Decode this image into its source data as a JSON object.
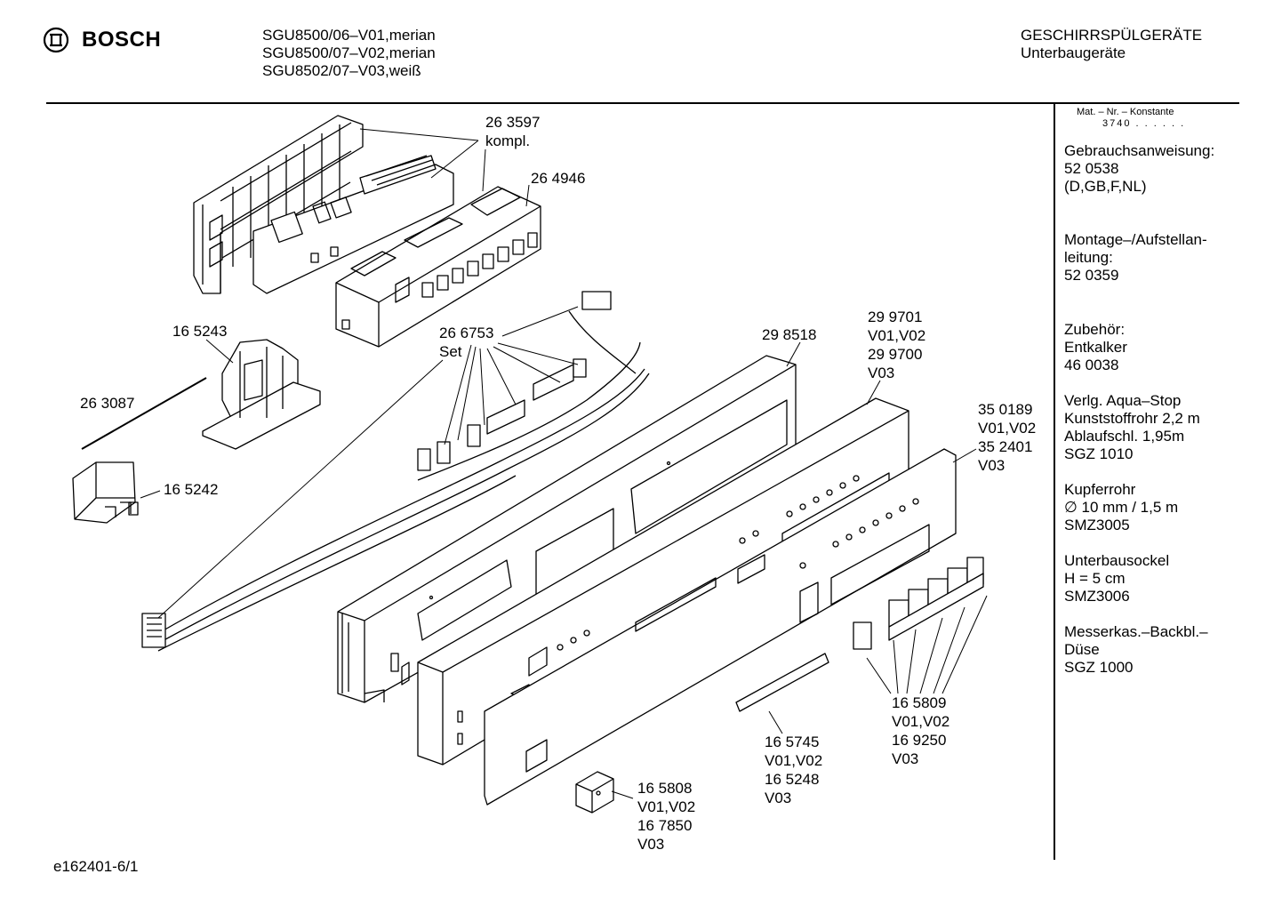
{
  "header": {
    "brand": "BOSCH",
    "models": [
      "SGU8500/06–V01,merian",
      "SGU8500/07–V02,merian",
      "SGU8502/07–V03,weiß"
    ],
    "category": [
      "GESCHIRRSPÜLGERÄTE",
      "Unterbaugeräte"
    ]
  },
  "sidebar": {
    "konstante_label": "Mat. – Nr. – Konstante",
    "konstante_value": "3740 . . . . . .",
    "blocks": [
      [
        "Gebrauchsanweisung:",
        "52 0538",
        "(D,GB,F,NL)"
      ],
      [
        "Montage–/Aufstellan-",
        "leitung:",
        "52 0359"
      ],
      [
        "Zubehör:",
        "Entkalker",
        "46 0038"
      ],
      [
        "Verlg. Aqua–Stop",
        "Kunststoffrohr 2,2 m",
        "Ablaufschl. 1,95m",
        "SGZ 1010"
      ],
      [
        "Kupferrohr",
        "∅ 10 mm / 1,5 m",
        "SMZ3005"
      ],
      [
        "Unterbausockel",
        "H = 5 cm",
        "SMZ3006"
      ],
      [
        "Messerkas.–Backbl.–",
        "Düse",
        "SGZ 1000"
      ]
    ]
  },
  "parts": [
    {
      "id": "p263597",
      "lines": [
        "26 3597",
        "kompl."
      ]
    },
    {
      "id": "p264946",
      "lines": [
        "26 4946"
      ]
    },
    {
      "id": "p165243",
      "lines": [
        "16 5243"
      ]
    },
    {
      "id": "p266753",
      "lines": [
        "26 6753",
        "Set"
      ]
    },
    {
      "id": "p298518",
      "lines": [
        "29 8518"
      ]
    },
    {
      "id": "p299701",
      "lines": [
        "29 9701",
        "V01,V02",
        "29 9700",
        "V03"
      ]
    },
    {
      "id": "p263087",
      "lines": [
        "26 3087"
      ]
    },
    {
      "id": "p350189",
      "lines": [
        "35 0189",
        "V01,V02",
        "35 2401",
        "V03"
      ]
    },
    {
      "id": "p165242",
      "lines": [
        "16 5242"
      ]
    },
    {
      "id": "p165809",
      "lines": [
        "16 5809",
        "V01,V02",
        "16 9250",
        "V03"
      ]
    },
    {
      "id": "p165745",
      "lines": [
        "16 5745",
        "V01,V02",
        "16 5248",
        "V03"
      ]
    },
    {
      "id": "p165808",
      "lines": [
        "16 5808",
        "V01,V02",
        "16 7850",
        "V03"
      ]
    }
  ],
  "footer": "e162401-6/1"
}
